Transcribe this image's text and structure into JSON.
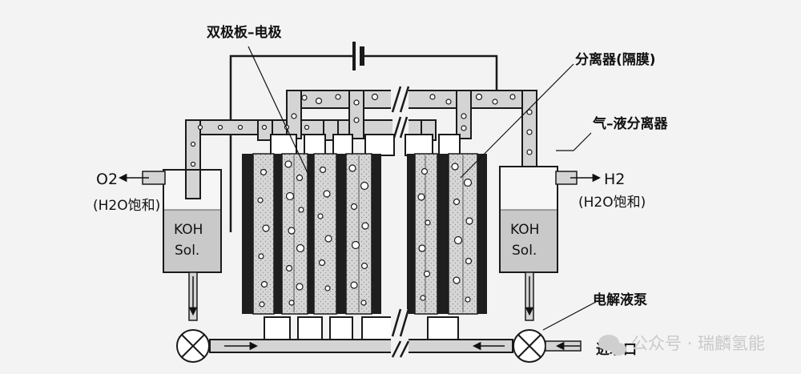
{
  "labels": {
    "bipolar_plate": "双极板–电极",
    "separator": "分离器(隔膜)",
    "gas_liquid_separator": "气–液分离器",
    "electrolyte_pump": "电解液泵",
    "water_inlet": "进水口",
    "o2_outlet": "O2",
    "h2_outlet": "H2",
    "saturated_left": "(H2O饱和)",
    "saturated_right": "(H2O饱和)",
    "koh_left_line1": "KOH",
    "koh_left_line2": "Sol.",
    "koh_right_line1": "KOH",
    "koh_right_line2": "Sol."
  },
  "watermark": {
    "text": "公众号 · 瑞麟氢能"
  },
  "colors": {
    "line": "#1a1a1a",
    "pipe_fill": "#d4d4d4",
    "electrode": "#1e1e1e",
    "liquid": "#c9c9c9",
    "background": "#f3f3f3"
  }
}
